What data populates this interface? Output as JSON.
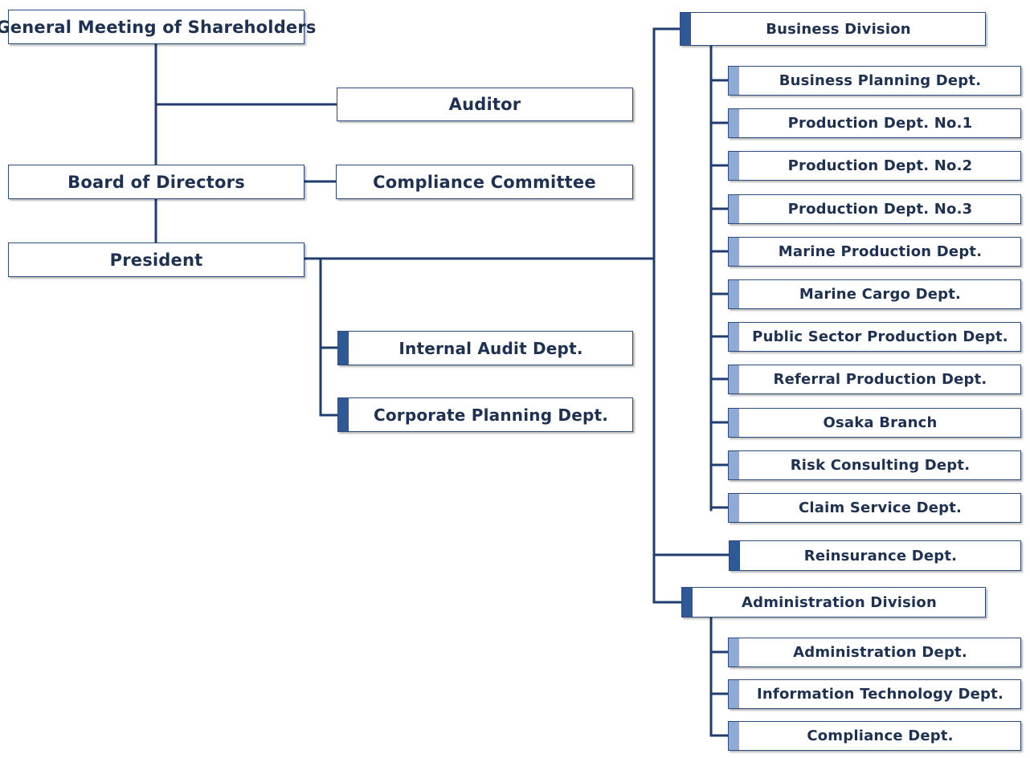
{
  "chart": {
    "general_meeting": "General Meeting of Shareholders",
    "auditor": "Auditor",
    "board": "Board of Directors",
    "compliance_committee": "Compliance Committee",
    "president": "President",
    "internal_audit": "Internal Audit Dept.",
    "corporate_planning": "Corporate Planning Dept.",
    "business_division": {
      "label": "Business Division",
      "depts": [
        "Business Planning Dept.",
        "Production Dept. No.1",
        "Production Dept. No.2",
        "Production Dept. No.3",
        "Marine Production Dept.",
        "Marine Cargo Dept.",
        "Public Sector Production Dept.",
        "Referral Production Dept.",
        "Osaka Branch",
        "Risk Consulting Dept.",
        "Claim Service Dept."
      ]
    },
    "reinsurance": "Reinsurance Dept.",
    "administration_division": {
      "label": "Administration Division",
      "depts": [
        "Administration Dept.",
        "Information Technology Dept.",
        "Compliance Dept."
      ]
    }
  },
  "colors": {
    "line": "#1f3e6e",
    "border": "#2c4a7c",
    "text": "#1f3152",
    "tag_dark": "#2f5996",
    "tag_light": "#8eaad6"
  }
}
